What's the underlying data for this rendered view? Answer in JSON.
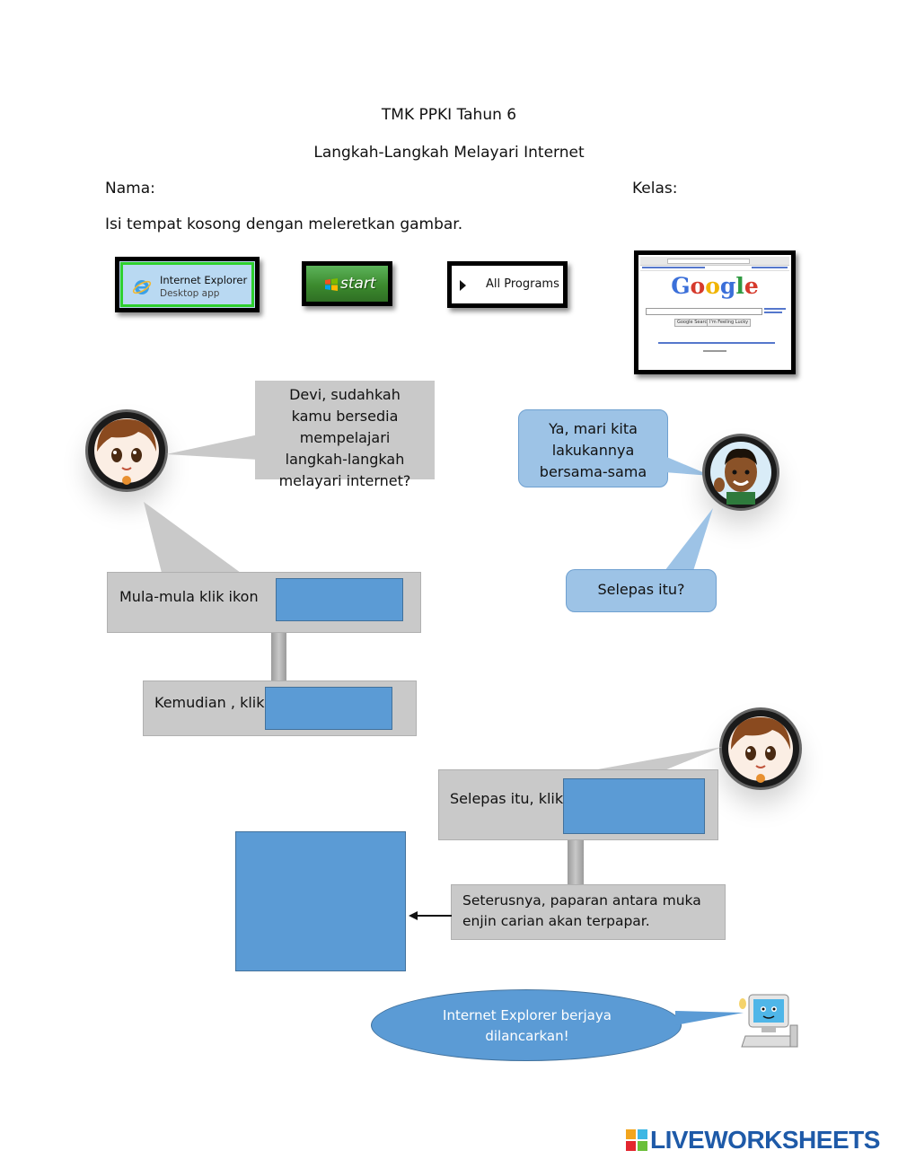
{
  "header": {
    "line1": "TMK PPKI Tahun 6",
    "line2": "Langkah-Langkah Melayari Internet",
    "nama_label": "Nama:",
    "kelas_label": "Kelas:",
    "instruction": "Isi tempat kosong dengan meleretkan gambar."
  },
  "cards": {
    "ie_title": "Internet Explorer",
    "ie_sub": "Desktop app",
    "start_label": "start",
    "all_programs_label": "All Programs",
    "google_logo": "Google",
    "google_search_btn": "Google Search",
    "google_lucky_btn": "I'm Feeling Lucky"
  },
  "dialogue": {
    "q1": "Devi, sudahkah kamu bersedia mempelajari langkah-langkah melayari internet?",
    "a1": "Ya, mari kita lakukannya bersama-sama",
    "step1": "Mula-mula klik ikon",
    "ask_next": "Selepas itu?",
    "step2": "Kemudian , klik",
    "step3": "Selepas itu, klik",
    "step4": "Seterusnya, paparan antara muka enjin carian akan terpapar.",
    "final": "Internet Explorer berjaya dilancarkan!"
  },
  "brand": {
    "logo_text": "LIVEWORKSHEETS"
  },
  "colors": {
    "drop_zone": "#5b9bd5",
    "bubble_blue": "#9dc3e6",
    "gray_box": "#c9c9c9",
    "start_green": "#3c8a2e",
    "brand_blue": "#1e5aa8"
  }
}
